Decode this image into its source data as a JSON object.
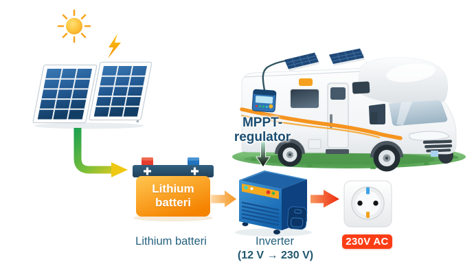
{
  "diagram_title": "Motorhome solar power system flow",
  "labels": {
    "battery_box": {
      "line1": "Lithium",
      "line2": "batteri"
    },
    "mppt": {
      "line1": "MPPT-",
      "line2": "regulator"
    },
    "battery_caption": "Lithium batteri",
    "inverter_caption": "Inverter",
    "inverter_conversion": "(12 V → 230 V)",
    "outlet_badge": "230V AC"
  },
  "flow": [
    {
      "from": "solar-panels",
      "to": "lithium-battery",
      "arrow": "green-to-yellow"
    },
    {
      "from": "lithium-battery",
      "to": "inverter",
      "arrow": "orange"
    },
    {
      "from": "mppt-regulator-label",
      "to": "inverter",
      "arrow": "teal-down"
    },
    {
      "from": "inverter",
      "to": "power-outlet",
      "arrow": "red"
    }
  ],
  "icons": [
    {
      "name": "sun-icon",
      "meaning": "sunshine"
    },
    {
      "name": "lightning-icon",
      "meaning": "electric energy"
    },
    {
      "name": "solar-panels-icon",
      "meaning": "free-standing solar panels"
    },
    {
      "name": "battery-icon",
      "meaning": "lithium battery"
    },
    {
      "name": "inverter-icon",
      "meaning": "12V to 230V inverter"
    },
    {
      "name": "power-outlet-icon",
      "meaning": "230V AC wall socket"
    },
    {
      "name": "motorhome-icon",
      "meaning": "camper with roof solar panels"
    },
    {
      "name": "mppt-device-icon",
      "meaning": "MPPT charge controller on camper wall"
    }
  ],
  "colors": {
    "accent_orange": "#f59322",
    "battery_orange": "#f9a11b",
    "badge_red": "#fb3d16",
    "arrow_green": "#1ca14f",
    "arrow_yellow": "#f0ca16",
    "arrow_red": "#ee2b0e",
    "inverter_blue": "#2a7cc4",
    "solar_cell_blue": "#2a5e9e",
    "caption_teal": "#26617e",
    "mppt_navy": "#1b4d71",
    "grass_green": "#54a251"
  }
}
